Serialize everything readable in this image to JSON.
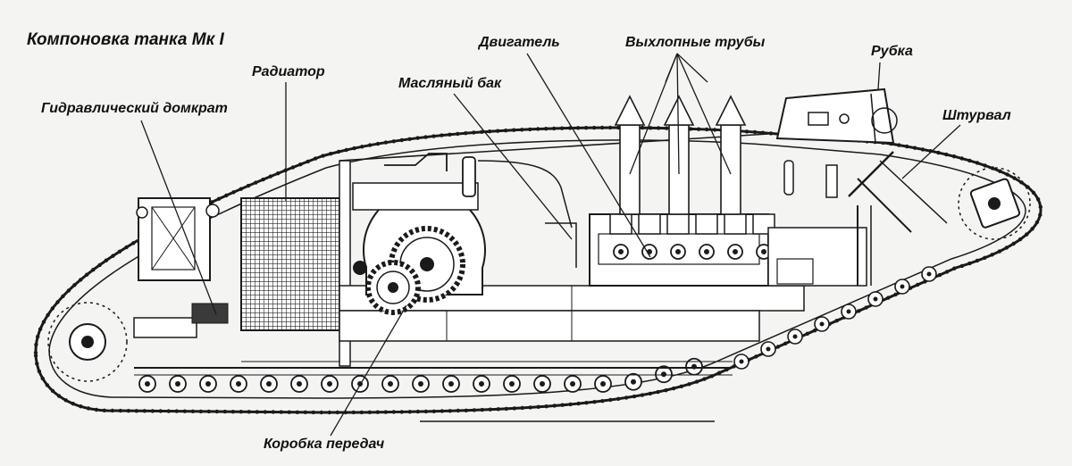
{
  "title": "Компоновка танка Мк I",
  "labels": {
    "hydraulic_jack": "Гидравлический домкрат",
    "radiator": "Радиатор",
    "oil_tank": "Масляный бак",
    "engine": "Двигатель",
    "exhaust_pipes": "Выхлопные трубы",
    "cabin": "Рубка",
    "steering_wheel": "Штурвал",
    "gearbox": "Коробка передач"
  },
  "colors": {
    "background": "#f4f4f2",
    "ink": "#1a1a1a",
    "shade": "#6b6b6b"
  }
}
